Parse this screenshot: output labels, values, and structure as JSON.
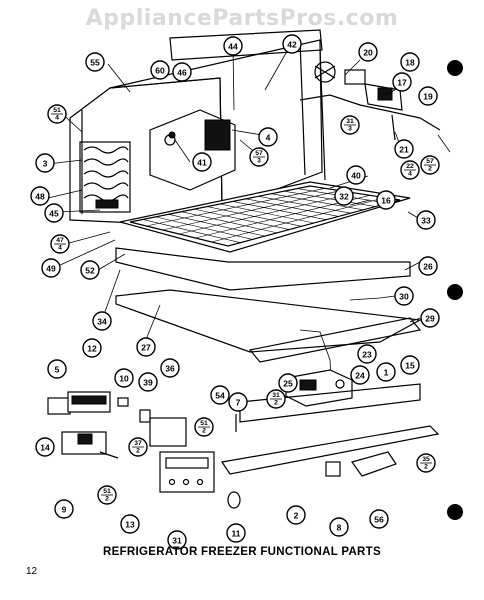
{
  "watermark": "AppliancePartsPros.com",
  "caption": "REFRIGERATOR FREEZER FUNCTIONAL PARTS",
  "page_number": "12",
  "callouts": [
    {
      "id": "c55",
      "label": "55"
    },
    {
      "id": "c44",
      "label": "44"
    },
    {
      "id": "c42",
      "label": "42"
    },
    {
      "id": "c20",
      "label": "20"
    },
    {
      "id": "c18",
      "label": "18"
    },
    {
      "id": "c17",
      "label": "17"
    },
    {
      "id": "c19",
      "label": "19"
    },
    {
      "id": "c60",
      "label": "60"
    },
    {
      "id": "c46",
      "label": "46"
    },
    {
      "id": "c51a",
      "top": "51",
      "bottom": "4"
    },
    {
      "id": "c31a",
      "top": "31",
      "bottom": "3"
    },
    {
      "id": "c4",
      "label": "4"
    },
    {
      "id": "c21",
      "label": "21"
    },
    {
      "id": "c22",
      "top": "22",
      "bottom": "4"
    },
    {
      "id": "c57a",
      "top": "57",
      "bottom": "2"
    },
    {
      "id": "c3",
      "label": "3"
    },
    {
      "id": "c41",
      "label": "41"
    },
    {
      "id": "c57b",
      "top": "57",
      "bottom": "3"
    },
    {
      "id": "c40",
      "label": "40"
    },
    {
      "id": "c48",
      "label": "48"
    },
    {
      "id": "c32",
      "label": "32"
    },
    {
      "id": "c16",
      "label": "16"
    },
    {
      "id": "c45",
      "label": "45"
    },
    {
      "id": "c33",
      "label": "33"
    },
    {
      "id": "c47",
      "top": "47",
      "bottom": "4"
    },
    {
      "id": "c49",
      "label": "49"
    },
    {
      "id": "c52",
      "label": "52"
    },
    {
      "id": "c26",
      "label": "26"
    },
    {
      "id": "c30",
      "label": "30"
    },
    {
      "id": "c34",
      "label": "34"
    },
    {
      "id": "c29",
      "label": "29"
    },
    {
      "id": "c27",
      "label": "27"
    },
    {
      "id": "c5",
      "label": "5"
    },
    {
      "id": "c12",
      "label": "12"
    },
    {
      "id": "c36",
      "label": "36"
    },
    {
      "id": "c23",
      "label": "23"
    },
    {
      "id": "c15",
      "label": "15"
    },
    {
      "id": "c10",
      "label": "10"
    },
    {
      "id": "c39",
      "label": "39"
    },
    {
      "id": "c25",
      "label": "25"
    },
    {
      "id": "c24",
      "label": "24"
    },
    {
      "id": "c1",
      "label": "1"
    },
    {
      "id": "c54",
      "label": "54"
    },
    {
      "id": "c7",
      "label": "7"
    },
    {
      "id": "c31b",
      "top": "31",
      "bottom": "2"
    },
    {
      "id": "c14",
      "label": "14"
    },
    {
      "id": "c51b",
      "top": "51",
      "bottom": "2"
    },
    {
      "id": "c37",
      "top": "37",
      "bottom": "2"
    },
    {
      "id": "c35",
      "top": "35",
      "bottom": "2"
    },
    {
      "id": "c51c",
      "top": "51",
      "bottom": "2"
    },
    {
      "id": "c9",
      "label": "9"
    },
    {
      "id": "c13",
      "label": "13"
    },
    {
      "id": "c2",
      "label": "2"
    },
    {
      "id": "c8",
      "label": "8"
    },
    {
      "id": "c56",
      "label": "56"
    },
    {
      "id": "c11",
      "label": "11"
    },
    {
      "id": "c31c",
      "label": "31"
    }
  ]
}
